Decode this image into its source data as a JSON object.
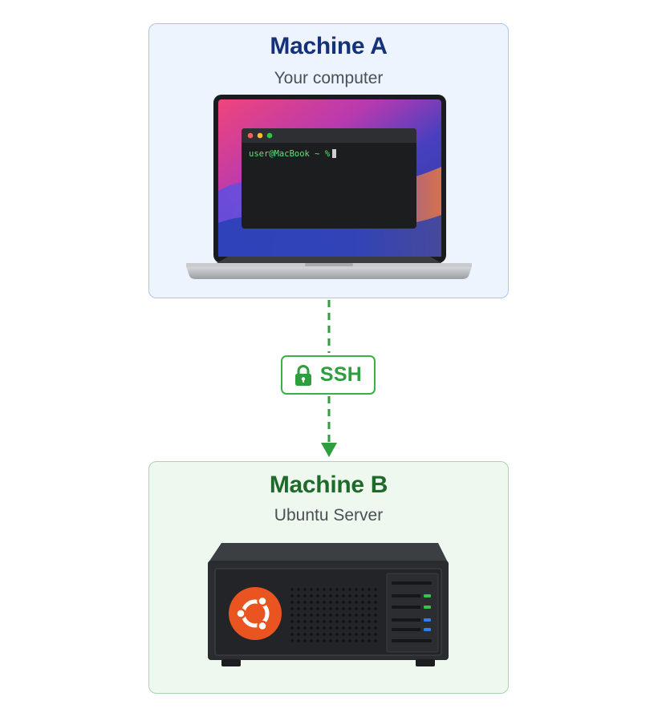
{
  "machine_a": {
    "title": "Machine A",
    "subtitle": "Your computer",
    "terminal_prompt": "user@MacBook ~ %"
  },
  "connection": {
    "label": "SSH"
  },
  "machine_b": {
    "title": "Machine B",
    "subtitle": "Ubuntu Server"
  },
  "colors": {
    "machine_a_fill": "#eef4fd",
    "machine_a_border": "#a9c5f3",
    "machine_a_title": "#14327a",
    "machine_b_fill": "#eef8ee",
    "machine_b_border": "#a6d8ab",
    "machine_b_title": "#1d6a2a",
    "ssh_green": "#2f9e3f",
    "ubuntu_orange": "#e95420"
  },
  "icons": {
    "laptop": "laptop-icon",
    "lock": "lock-icon",
    "server": "server-icon",
    "ubuntu_logo": "ubuntu-logo-icon"
  }
}
